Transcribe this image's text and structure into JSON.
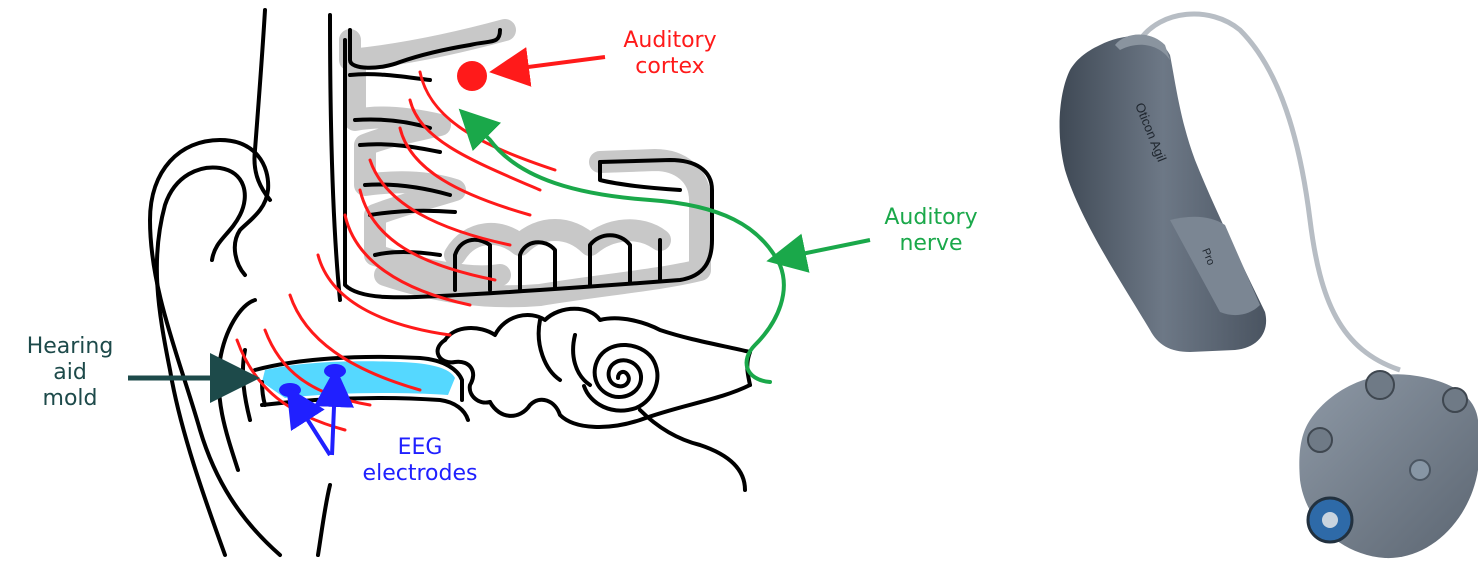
{
  "labels": {
    "auditory_cortex": [
      "Auditory",
      "cortex"
    ],
    "auditory_nerve": [
      "Auditory",
      "nerve"
    ],
    "hearing_aid_mold": [
      "Hearing",
      "aid",
      "mold"
    ],
    "eeg_electrodes": [
      "EEG",
      "electrodes"
    ]
  },
  "device_print": {
    "brand": "Oticon Agil",
    "model": "Pro"
  },
  "colors": {
    "cortex_red": "#ff1a1a",
    "nerve_green": "#1aa84a",
    "electrode_blue": "#2020ff",
    "mold_cyan": "#55d8ff",
    "mold_arrow": "#1d4a4a",
    "brain_gray": "#c8c8c8",
    "device_body": "#5f6b78"
  }
}
